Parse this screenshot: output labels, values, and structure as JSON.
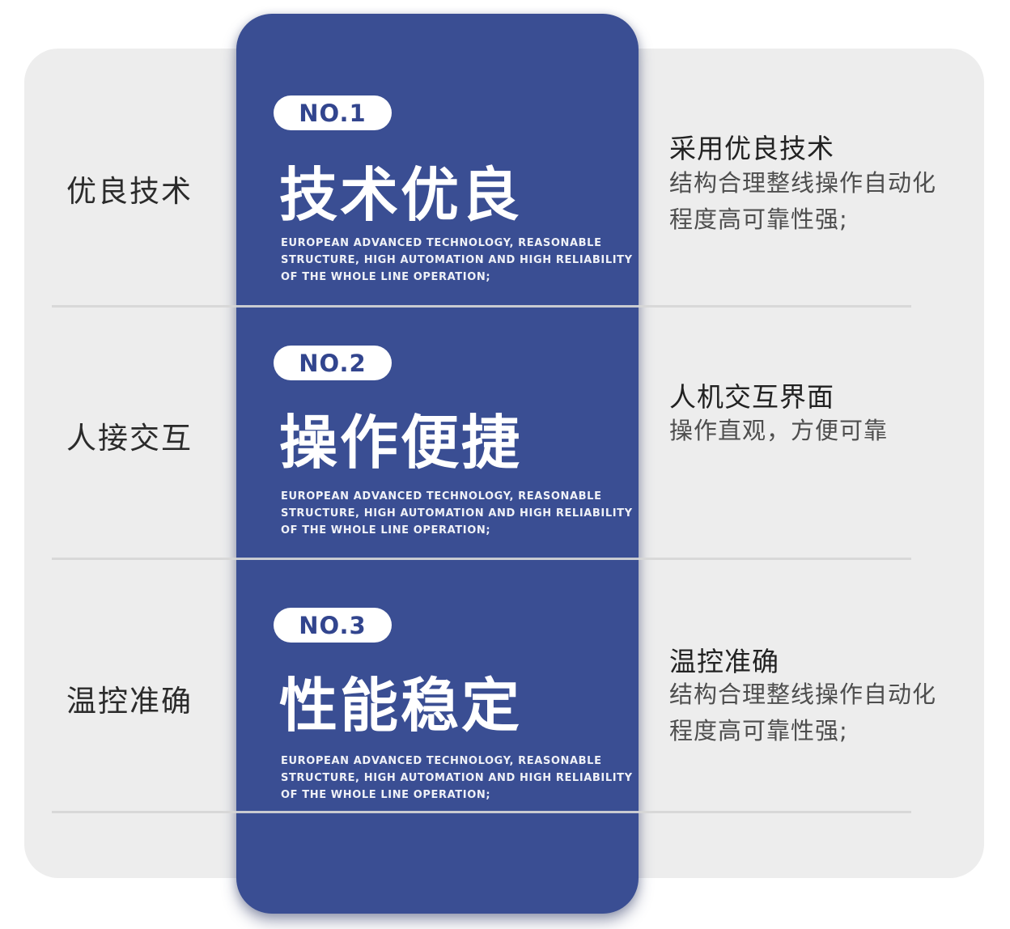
{
  "palette": {
    "page_bg": "#ffffff",
    "card_bg": "#ededed",
    "panel_blue": "#3a4e93",
    "badge_bg": "#ffffff",
    "badge_text": "#32458e",
    "divider": "#d6d6d6",
    "heading_text": "#222222",
    "body_text": "#4e4e4e"
  },
  "sections": [
    {
      "side_label": "优良技术",
      "badge": "NO.1",
      "title": "技术优良",
      "subtitle_en": "EUROPEAN ADVANCED TECHNOLOGY, REASONABLE\nSTRUCTURE, HIGH AUTOMATION AND HIGH RELIABILITY\nOF THE WHOLE LINE OPERATION;",
      "right_heading": "采用优良技术",
      "right_body": "结构合理整线操作自动化\n程度高可靠性强;"
    },
    {
      "side_label": "人接交互",
      "badge": "NO.2",
      "title": "操作便捷",
      "subtitle_en": "EUROPEAN ADVANCED TECHNOLOGY, REASONABLE\nSTRUCTURE, HIGH AUTOMATION AND HIGH RELIABILITY\nOF THE WHOLE LINE OPERATION;",
      "right_heading": "人机交互界面",
      "right_body": "操作直观，方便可靠"
    },
    {
      "side_label": "温控准确",
      "badge": "NO.3",
      "title": "性能稳定",
      "subtitle_en": "EUROPEAN ADVANCED TECHNOLOGY, REASONABLE\nSTRUCTURE, HIGH AUTOMATION AND HIGH RELIABILITY\nOF THE WHOLE LINE OPERATION;",
      "right_heading": "温控准确",
      "right_body": "结构合理整线操作自动化\n程度高可靠性强;"
    }
  ]
}
